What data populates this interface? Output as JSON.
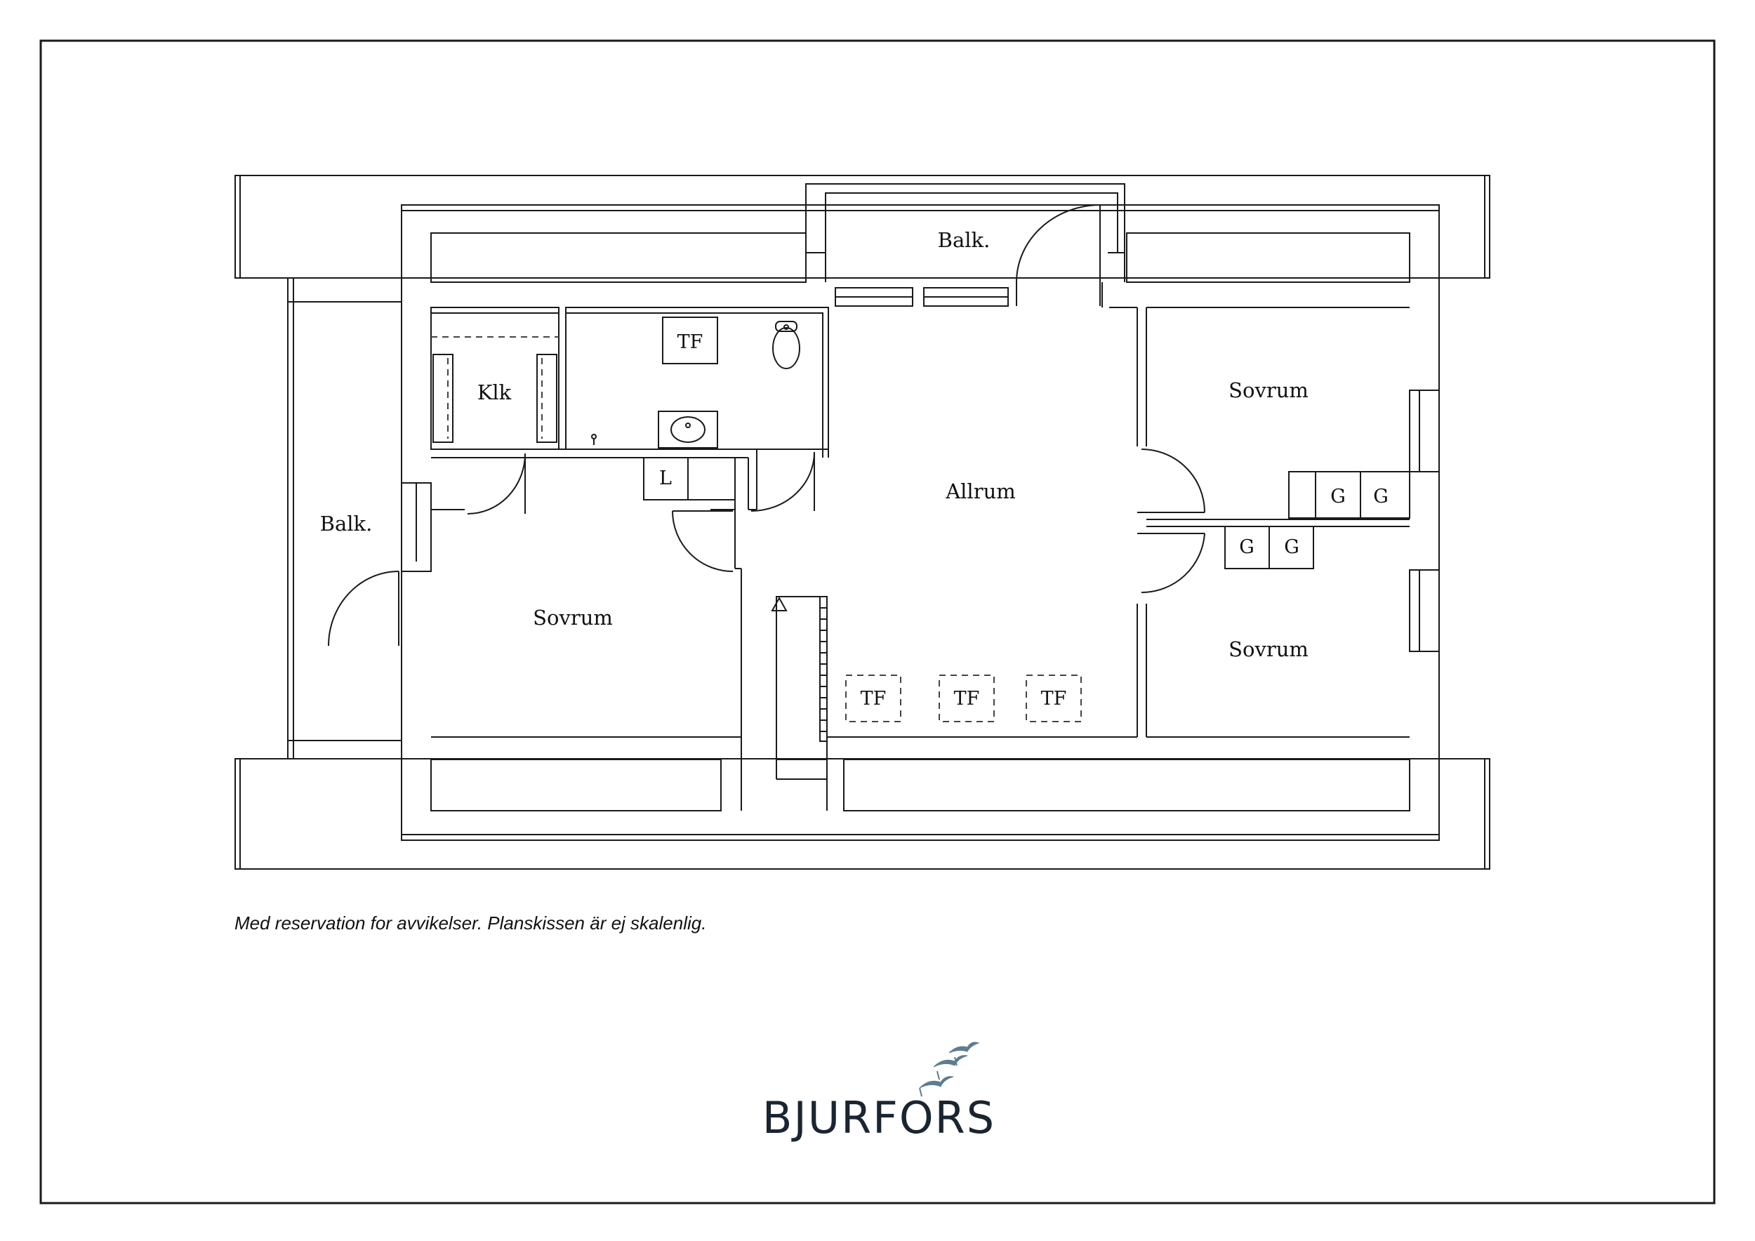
{
  "rooms": {
    "balcony_top": "Balk.",
    "balcony_left": "Balk.",
    "closet": "Klk",
    "allrum": "Allrum",
    "bedroom_left": "Sovrum",
    "bedroom_top_right": "Sovrum",
    "bedroom_bottom_right": "Sovrum"
  },
  "fixtures": {
    "tf_bath": "TF",
    "tf_1": "TF",
    "tf_2": "TF",
    "tf_3": "TF",
    "linen": "L",
    "g1": "G",
    "g2": "G",
    "g3": "G",
    "g4": "G"
  },
  "note": "Med reservation for avvikelser. Planskissen är ej skalenlig.",
  "brand": {
    "name": "BJURFORS",
    "logo_color": "#5d7d91"
  }
}
